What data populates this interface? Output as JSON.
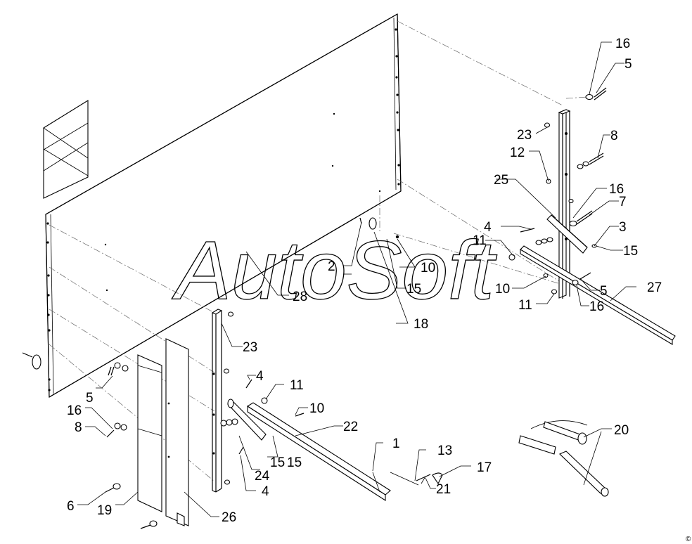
{
  "watermark": "AutoSoft",
  "corner_mark": "©",
  "callouts": [
    "1",
    "2",
    "3",
    "4",
    "4",
    "4",
    "5",
    "5",
    "5",
    "6",
    "7",
    "8",
    "8",
    "10",
    "10",
    "10",
    "11",
    "11",
    "11",
    "12",
    "13",
    "15",
    "15",
    "15",
    "15",
    "16",
    "16",
    "16",
    "16",
    "17",
    "18",
    "19",
    "20",
    "21",
    "22",
    "23",
    "23",
    "24",
    "25",
    "26",
    "27",
    "28"
  ]
}
